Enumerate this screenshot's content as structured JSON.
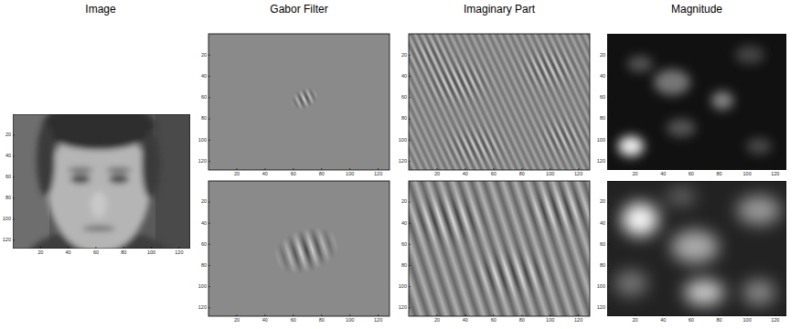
{
  "diagram": {
    "labels": [
      "Image",
      "Gabor Filter",
      "Imaginary Part",
      "Magnitude",
      "20",
      "40",
      "60",
      "80",
      "100",
      "120",
      "20",
      "40",
      "60",
      "80",
      "100",
      "120",
      "20",
      "40",
      "60",
      "80",
      "100",
      "120",
      "20",
      "40",
      "60",
      "80",
      "100",
      "120",
      "20",
      "40",
      "60",
      "80",
      "100",
      "120",
      "20",
      "40",
      "60",
      "80",
      "100",
      "120",
      "20",
      "40",
      "60",
      "80",
      "100",
      "120",
      "20",
      "40",
      "60",
      "80",
      "100",
      "120",
      "20",
      "40",
      "60",
      "80",
      "100",
      "120",
      "20",
      "40",
      "60",
      "80",
      "100",
      "120",
      "20",
      "40",
      "60",
      "80",
      "100",
      "120",
      "20",
      "40",
      "60",
      "80",
      "100",
      "120",
      "20",
      "40",
      "60",
      "80",
      "100",
      "120",
      "20",
      "40",
      "60",
      "80",
      "100",
      "120"
    ]
  }
}
